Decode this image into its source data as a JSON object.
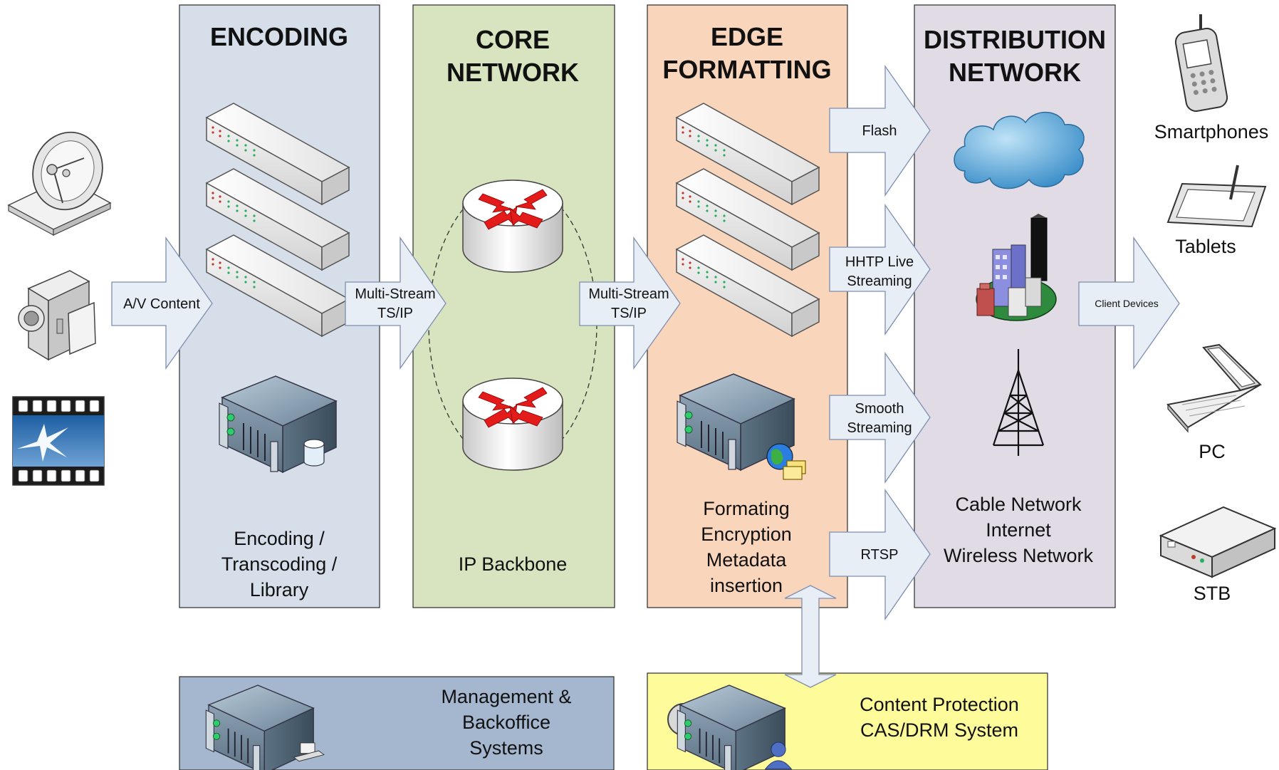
{
  "columns": {
    "encoding": {
      "title_lines": [
        "ENCODING"
      ],
      "caption_lines": [
        "Encoding /",
        "Transcoding /",
        "Library"
      ]
    },
    "core": {
      "title_lines": [
        "CORE",
        "NETWORK"
      ],
      "caption_lines": [
        "IP Backbone"
      ]
    },
    "edge": {
      "title_lines": [
        "EDGE",
        "FORMATTING"
      ],
      "caption_lines": [
        "Formating",
        "Encryption",
        "Metadata",
        "insertion"
      ]
    },
    "distribution": {
      "title_lines": [
        "DISTRIBUTION",
        "NETWORK"
      ],
      "caption_lines": [
        "Cable Network",
        "Internet",
        "Wireless Network"
      ]
    }
  },
  "arrows": {
    "av_content": "A/V Content",
    "multistream_1": [
      "Multi-Stream",
      "TS/IP"
    ],
    "multistream_2": [
      "Multi-Stream",
      "TS/IP"
    ],
    "flash": [
      "Flash"
    ],
    "hls": [
      "HHTP Live",
      "Streaming"
    ],
    "smooth": [
      "Smooth",
      "Streaming"
    ],
    "rtsp": [
      "RTSP"
    ],
    "client_devices": "Client Devices"
  },
  "devices": {
    "smartphones": "Smartphones",
    "tablets": "Tablets",
    "pc": "PC",
    "stb": "STB"
  },
  "bottom": {
    "management": [
      "Management  &",
      "Backoffice",
      "Systems"
    ],
    "protection": [
      "Content Protection",
      "CAS/DRM System"
    ]
  },
  "colors": {
    "encoding_bg": "#d6dfe9",
    "core_bg": "#d7e4bf",
    "edge_bg": "#f9d5bc",
    "distribution_bg": "#e1dbe6",
    "management_bg": "#a5b7cf",
    "protection_bg": "#fdfb9a",
    "arrow_fill": "#e8eef6",
    "arrow_stroke": "#7e8fb0"
  },
  "icons": [
    "satellite-dish-icon",
    "camcorder-icon",
    "film-icon",
    "rack-server-icon",
    "server-database-icon",
    "router-icon",
    "server-globe-icon",
    "cloud-icon",
    "city-icon",
    "radio-tower-icon",
    "smartphone-icon",
    "tablet-icon",
    "laptop-icon",
    "set-top-box-icon",
    "server-computer-icon",
    "key-icon",
    "server-user-icon"
  ]
}
